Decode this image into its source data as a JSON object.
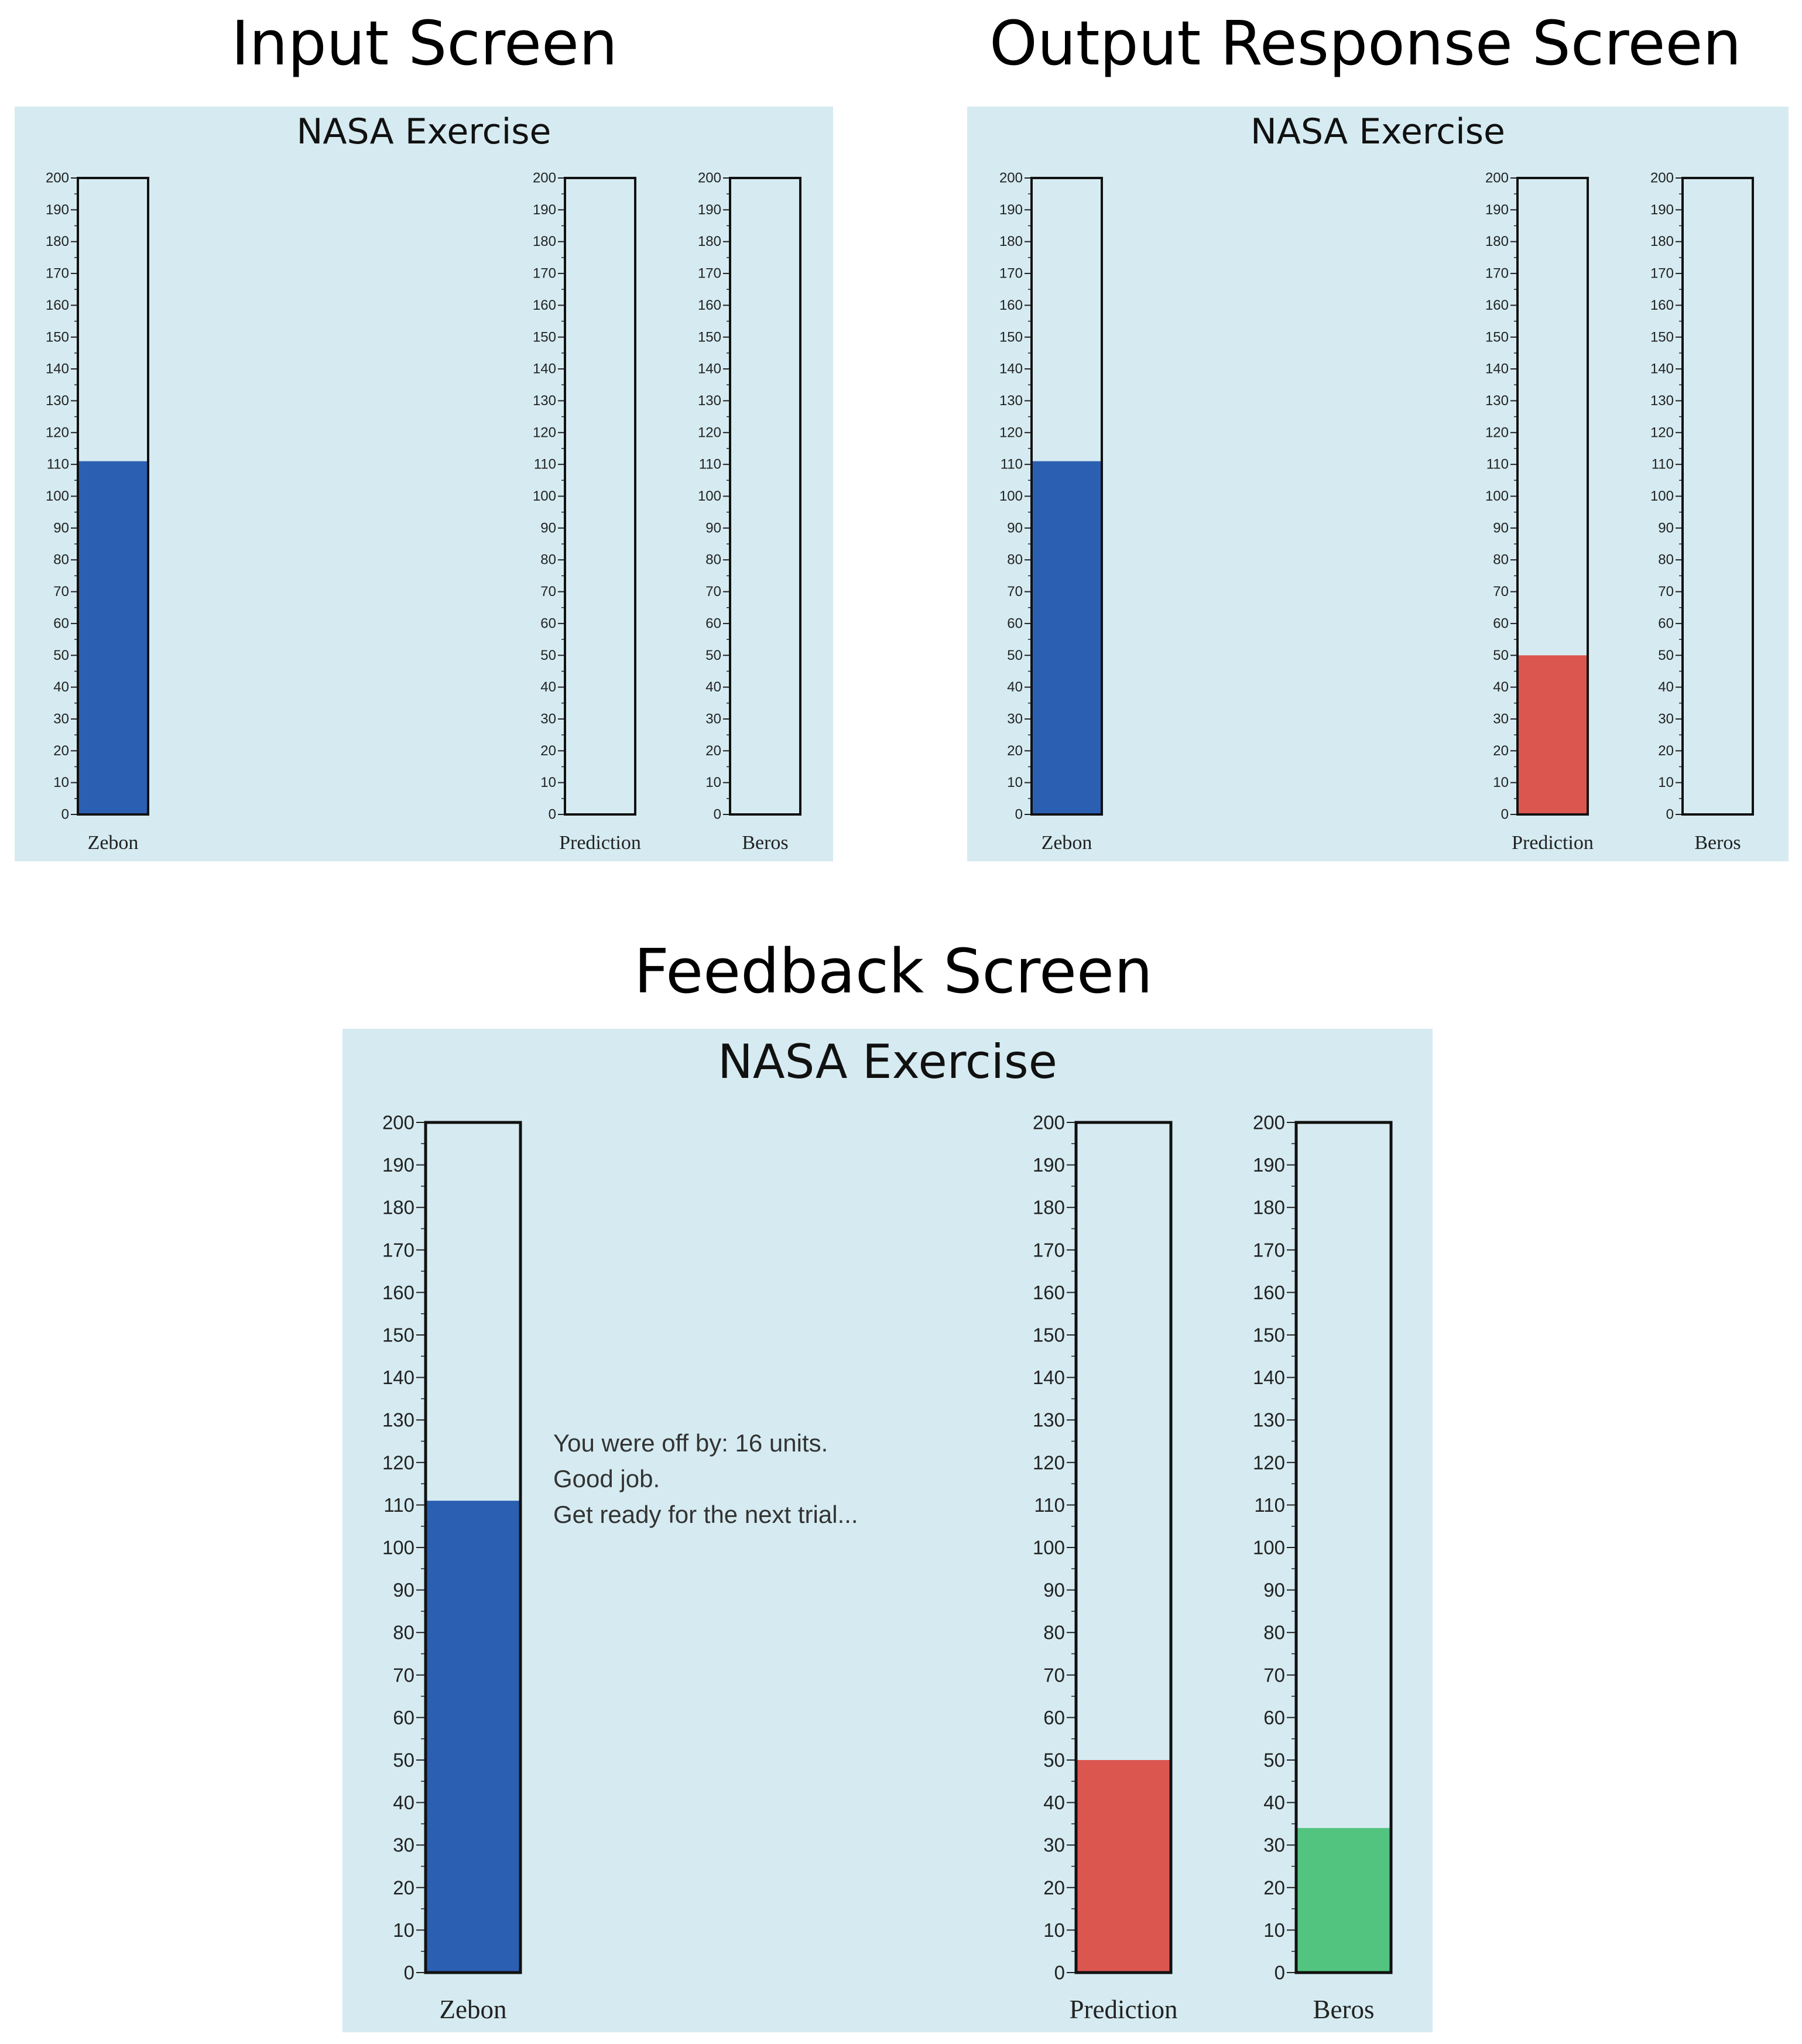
{
  "colors": {
    "background": "#ffffff",
    "panel": "#d5ebf1",
    "bar_outline": "#111111",
    "zebon": "#2b5fb2",
    "prediction": "#dc5650",
    "beros": "#52c47f"
  },
  "axis": {
    "min": 0,
    "max": 200,
    "major_step": 10,
    "minor_step": 5
  },
  "screens": [
    {
      "id": "input",
      "heading": "Input Screen",
      "panel_title": "NASA Exercise",
      "gauges": [
        {
          "label": "Zebon",
          "value": 111,
          "color": "#2b5fb2"
        },
        {
          "label": "Prediction",
          "value": null,
          "color": "#dc5650"
        },
        {
          "label": "Beros",
          "value": null,
          "color": "#52c47f"
        }
      ]
    },
    {
      "id": "output",
      "heading": "Output Response Screen",
      "panel_title": "NASA Exercise",
      "gauges": [
        {
          "label": "Zebon",
          "value": 111,
          "color": "#2b5fb2"
        },
        {
          "label": "Prediction",
          "value": 50,
          "color": "#dc5650"
        },
        {
          "label": "Beros",
          "value": null,
          "color": "#52c47f"
        }
      ]
    },
    {
      "id": "feedback",
      "heading": "Feedback Screen",
      "panel_title": "NASA Exercise",
      "gauges": [
        {
          "label": "Zebon",
          "value": 111,
          "color": "#2b5fb2"
        },
        {
          "label": "Prediction",
          "value": 50,
          "color": "#dc5650"
        },
        {
          "label": "Beros",
          "value": 34,
          "color": "#52c47f"
        }
      ],
      "message": [
        "You were off by: 16 units.",
        "Good job.",
        "Get ready for the next trial..."
      ]
    }
  ]
}
